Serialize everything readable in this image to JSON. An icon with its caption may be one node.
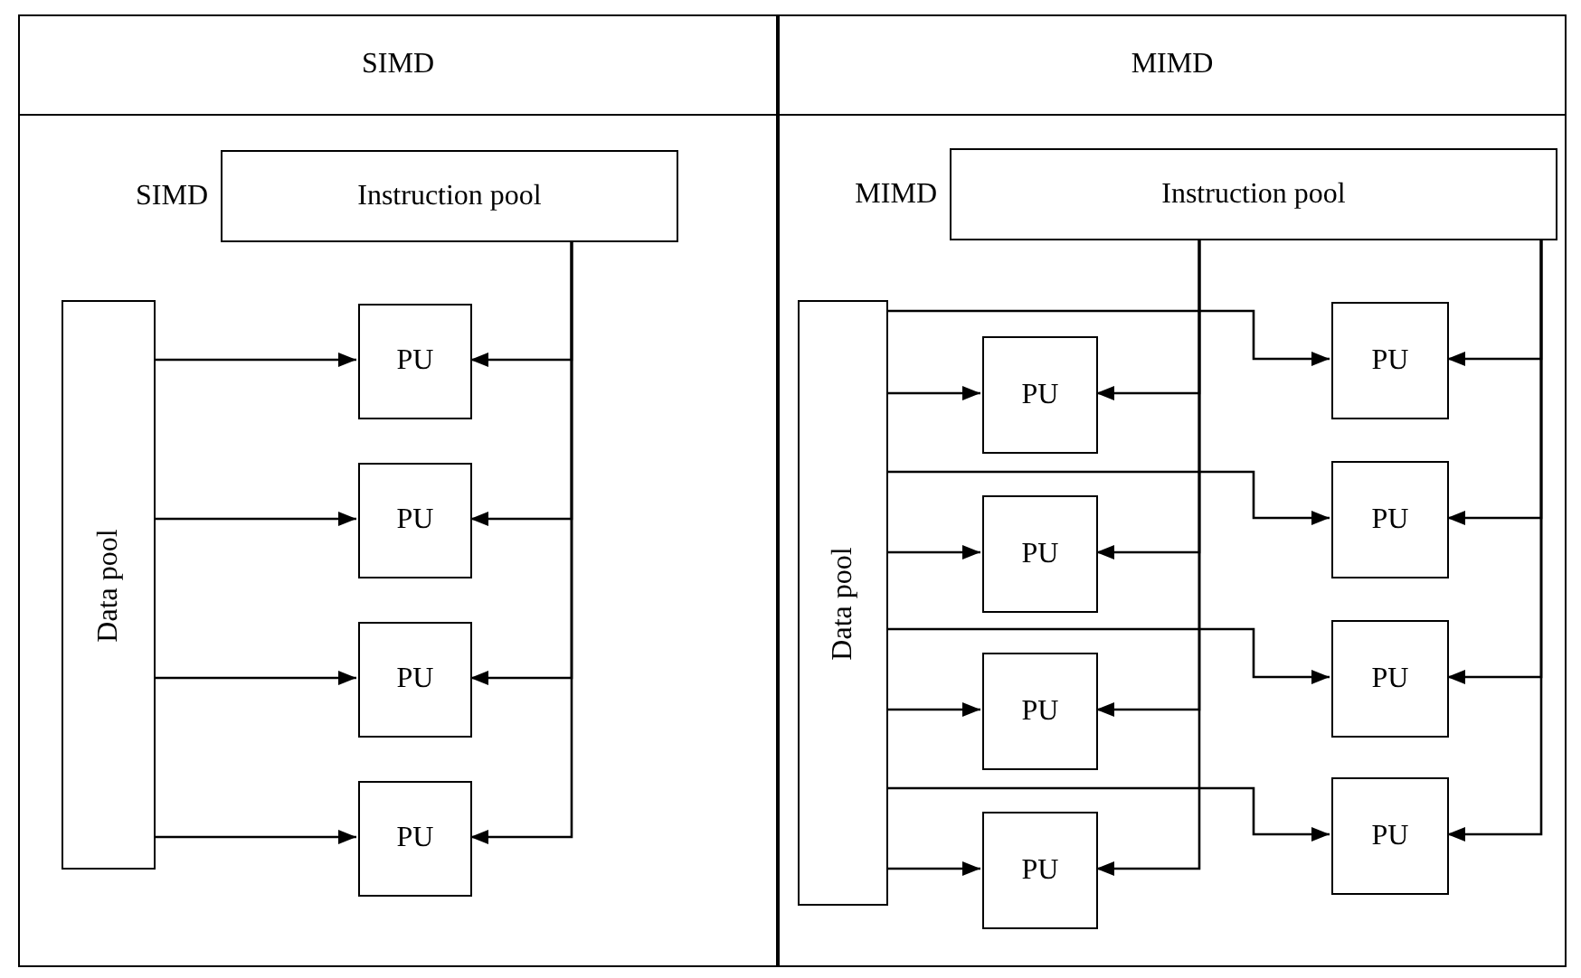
{
  "diagram": {
    "nodes": [
      {
        "text": [
          "SIMD"
        ]
      },
      {
        "text": [
          "Instruction pool"
        ],
        "in": 0,
        "beside": [
          "SIMD"
        ]
      },
      {
        "text": [
          "Data pool"
        ],
        "in": 0
      },
      {
        "text": [
          "PU"
        ],
        "in": 0
      },
      {
        "text": [
          "PU"
        ],
        "in": 0
      },
      {
        "text": [
          "PU"
        ],
        "in": 0
      },
      {
        "text": [
          "PU"
        ],
        "in": 0
      },
      {
        "text": [
          "MIMD"
        ]
      },
      {
        "text": [
          "Instruction pool"
        ],
        "in": 7,
        "beside": [
          "MIMD"
        ]
      },
      {
        "text": [
          "Data pool"
        ],
        "in": 7
      },
      {
        "text": [
          "PU"
        ],
        "in": 7
      },
      {
        "text": [
          "PU"
        ],
        "in": 7
      },
      {
        "text": [
          "PU"
        ],
        "in": 7
      },
      {
        "text": [
          "PU"
        ],
        "in": 7
      },
      {
        "text": [
          "PU"
        ],
        "in": 7
      },
      {
        "text": [
          "PU"
        ],
        "in": 7
      },
      {
        "text": [
          "PU"
        ],
        "in": 7
      },
      {
        "text": [
          "PU"
        ],
        "in": 7
      }
    ],
    "edges": [
      {
        "from": 2,
        "to": 3,
        "arrow": "to"
      },
      {
        "from": 2,
        "to": 4,
        "arrow": "to"
      },
      {
        "from": 2,
        "to": 5,
        "arrow": "to"
      },
      {
        "from": 2,
        "to": 6,
        "arrow": "to"
      },
      {
        "from": 1,
        "to": 3,
        "arrow": "to"
      },
      {
        "from": 1,
        "to": 4,
        "arrow": "to"
      },
      {
        "from": 1,
        "to": 5,
        "arrow": "to"
      },
      {
        "from": 1,
        "to": 6,
        "arrow": "to"
      },
      {
        "from": 9,
        "to": 10,
        "arrow": "to"
      },
      {
        "from": 9,
        "to": 11,
        "arrow": "to"
      },
      {
        "from": 9,
        "to": 12,
        "arrow": "to"
      },
      {
        "from": 9,
        "to": 13,
        "arrow": "to"
      },
      {
        "from": 9,
        "to": 14,
        "arrow": "to"
      },
      {
        "from": 9,
        "to": 15,
        "arrow": "to"
      },
      {
        "from": 9,
        "to": 16,
        "arrow": "to"
      },
      {
        "from": 9,
        "to": 17,
        "arrow": "to"
      },
      {
        "from": 8,
        "to": 10,
        "arrow": "to"
      },
      {
        "from": 8,
        "to": 11,
        "arrow": "to"
      },
      {
        "from": 8,
        "to": 12,
        "arrow": "to"
      },
      {
        "from": 8,
        "to": 13,
        "arrow": "to"
      },
      {
        "from": 8,
        "to": 14,
        "arrow": "to"
      },
      {
        "from": 8,
        "to": 15,
        "arrow": "to"
      },
      {
        "from": 8,
        "to": 16,
        "arrow": "to"
      },
      {
        "from": 8,
        "to": 17,
        "arrow": "to"
      }
    ]
  }
}
